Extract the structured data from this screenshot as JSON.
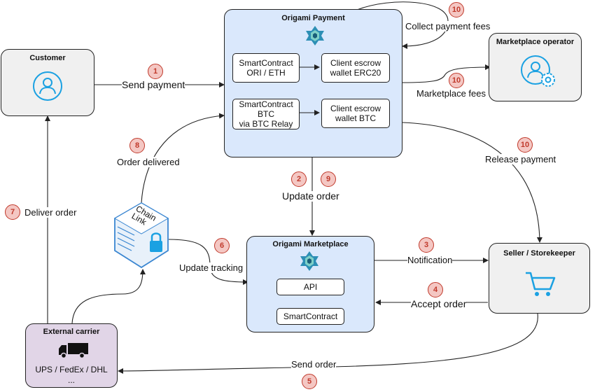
{
  "nodes": {
    "origami_payment": {
      "title": "Origami Payment",
      "sc_eth": "SmartContract\nORI / ETH",
      "escrow_erc20": "Client escrow\nwallet ERC20",
      "sc_btc": "SmartContract\nBTC\nvia BTC Relay",
      "escrow_btc": "Client escrow\nwallet BTC"
    },
    "customer": {
      "title": "Customer"
    },
    "marketplace_operator": {
      "title": "Marketplace operator"
    },
    "origami_marketplace": {
      "title": "Origami Marketplace",
      "api": "API",
      "smartcontract": "SmartContract"
    },
    "seller": {
      "title": "Seller / Storekeeper"
    },
    "carrier": {
      "title": "External carrier",
      "text": "UPS / FedEx / DHL\n..."
    },
    "chainlink": {
      "text": "Chain\nLink"
    }
  },
  "edges": {
    "send_payment": "Send payment",
    "collect_fees": "Collect payment fees",
    "marketplace_fees": "Marketplace fees",
    "release_payment": "Release payment",
    "order_delivered": "Order delivered",
    "update_order": "Update order",
    "deliver_order": "Deliver order",
    "update_tracking": "Update tracking",
    "notification": "Notification",
    "accept_order": "Accept order",
    "send_order": "Send order"
  },
  "steps": {
    "s1": "1",
    "s2": "2",
    "s3": "3",
    "s4": "4",
    "s5": "5",
    "s6": "6",
    "s7": "7",
    "s8": "8",
    "s9": "9",
    "s10a": "10",
    "s10b": "10",
    "s10c": "10"
  },
  "colors": {
    "payment_fill": "#dae8fc",
    "gray_fill": "#f0f0f0",
    "carrier_fill": "#e1d5e7",
    "step_fill": "#f4c7c3",
    "step_text": "#c0392b",
    "icon_blue": "#1ba1e2"
  }
}
